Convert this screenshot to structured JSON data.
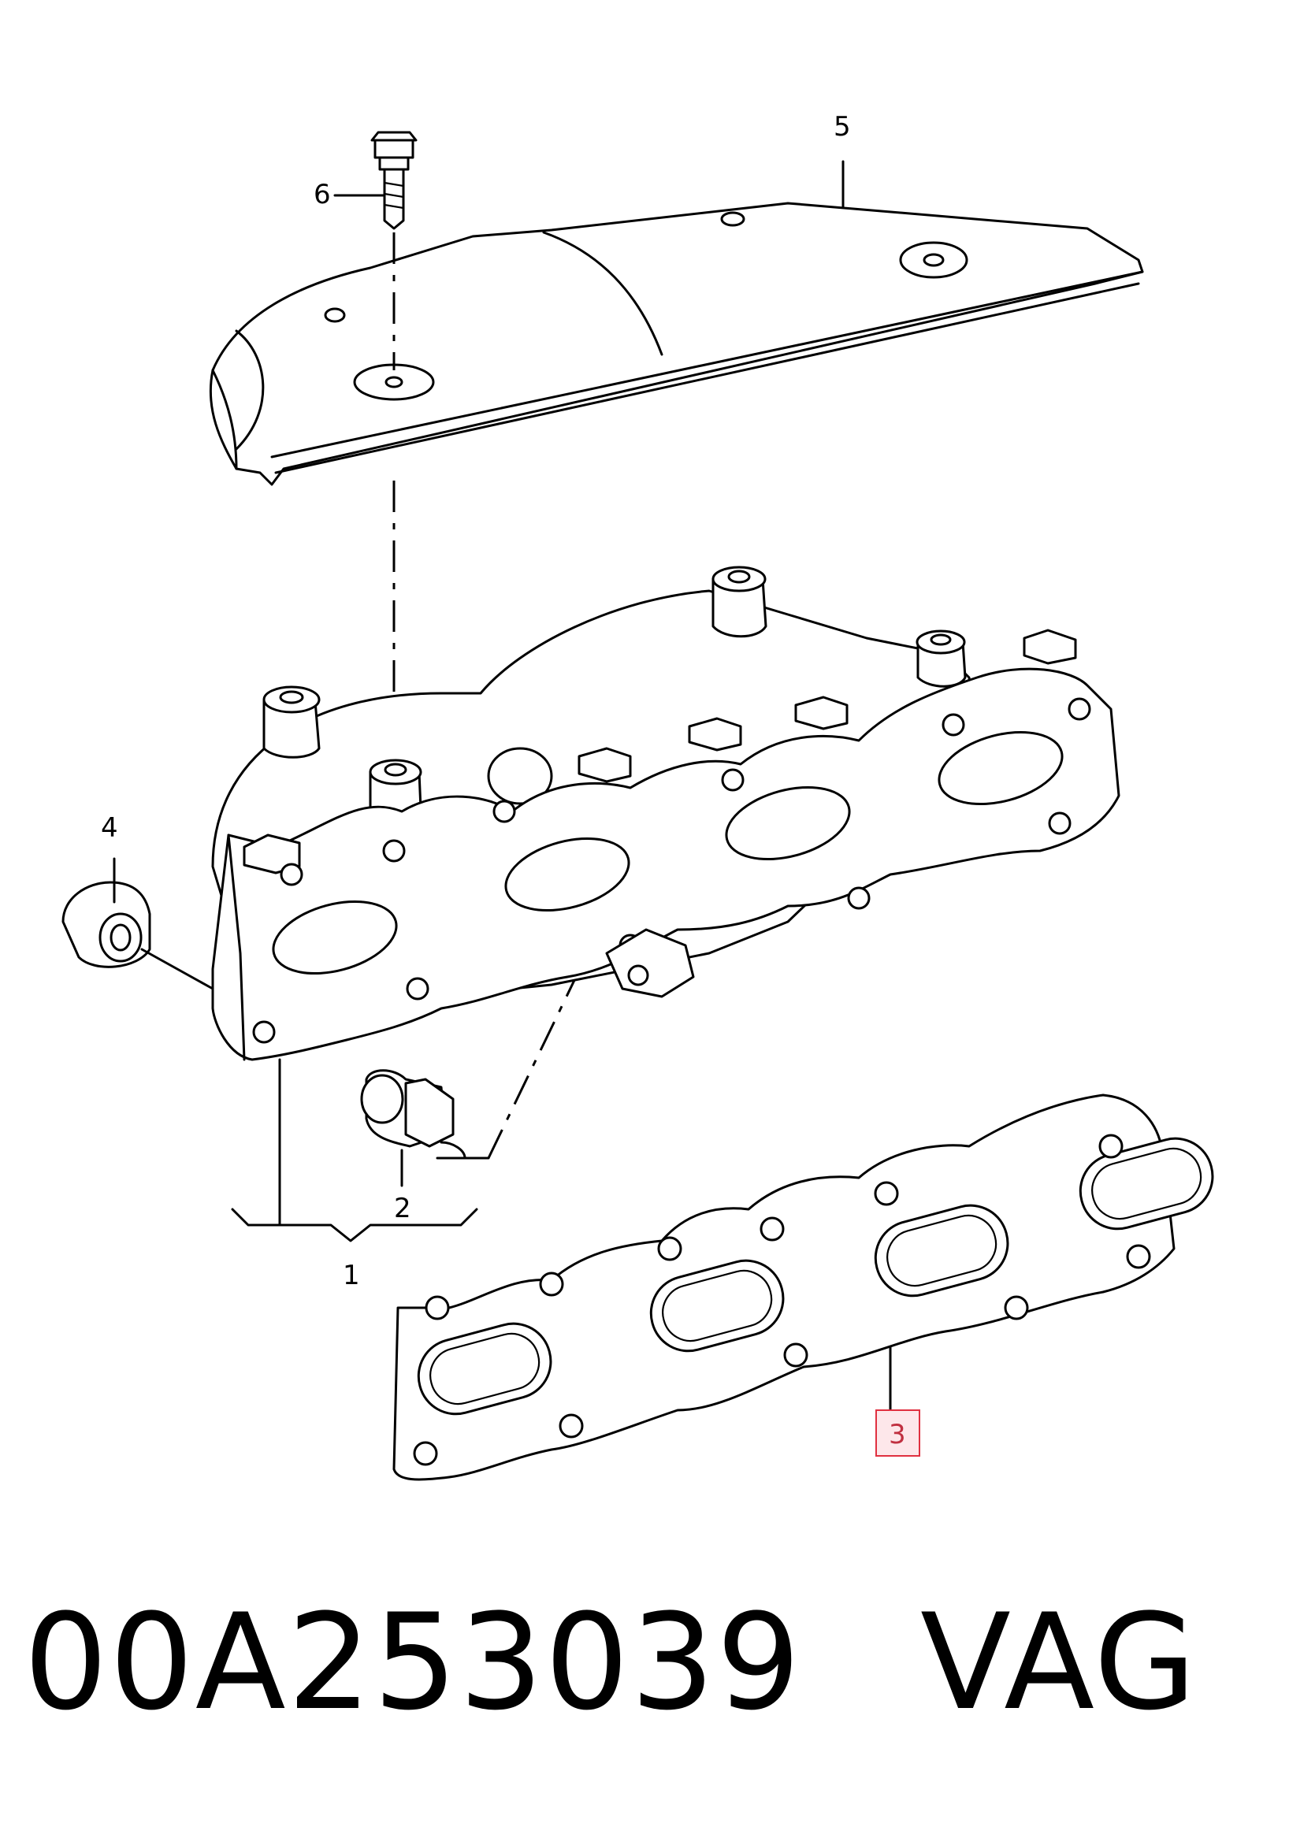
{
  "callouts": {
    "c1": "1",
    "c2": "2",
    "c3": "3",
    "c4": "4",
    "c5": "5",
    "c6": "6"
  },
  "highlight": {
    "part": "3",
    "color": "#e03040",
    "fill": "#fde7ea"
  },
  "footer": {
    "part_number": "00A253039",
    "brand": "VAG"
  }
}
